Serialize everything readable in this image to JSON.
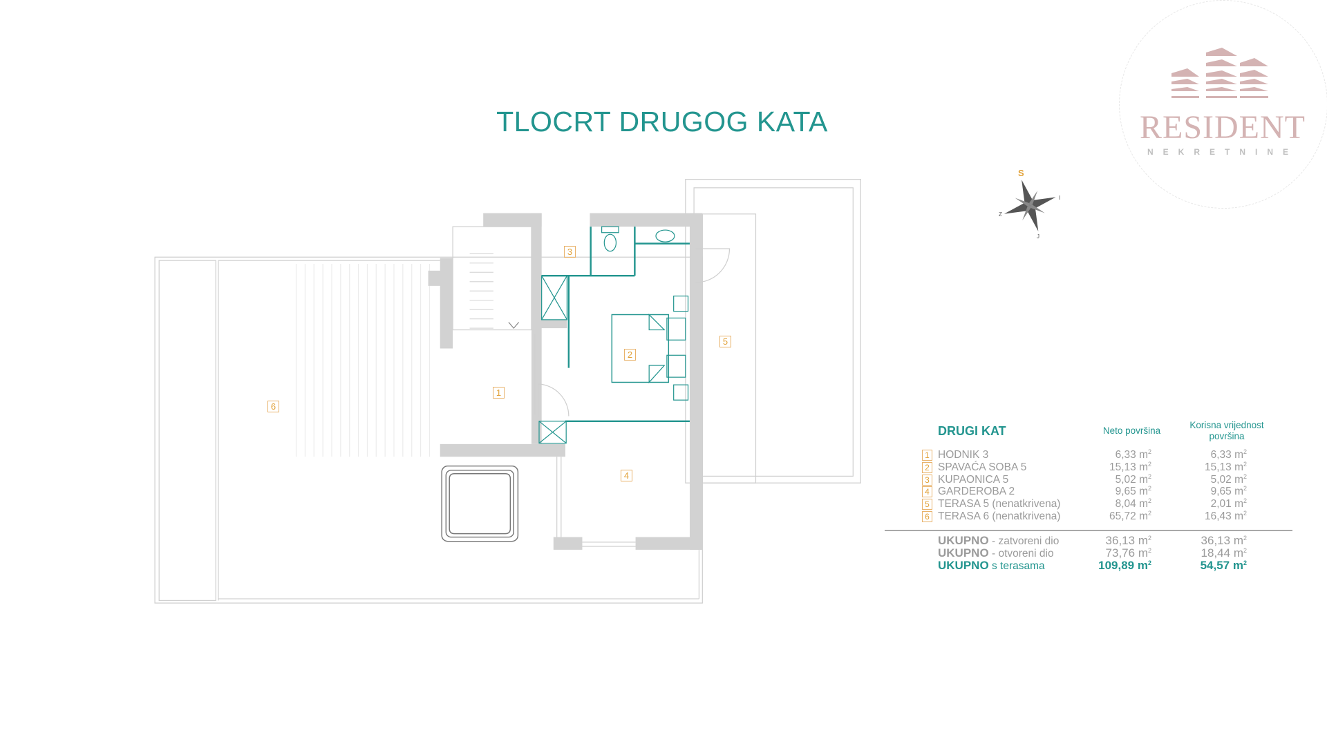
{
  "title": "TLOCRT DRUGOG KATA",
  "logo": {
    "name": "RESIDENT",
    "subtitle": "NEKRETNINE"
  },
  "compass": {
    "north_label": "S",
    "east_label": "I",
    "west_label": "Z",
    "south_label": "J"
  },
  "plan_labels": [
    "1",
    "2",
    "3",
    "4",
    "5",
    "6"
  ],
  "table": {
    "heading": "DRUGI KAT",
    "col_neto": "Neto površina",
    "col_korisna_1": "Korisna vrijednost",
    "col_korisna_2": "površina",
    "unit": "m",
    "rows": [
      {
        "idx": "1",
        "name": "HODNIK 3",
        "neto": "6,33",
        "korisna": "6,33"
      },
      {
        "idx": "2",
        "name": "SPAVAĆA SOBA 5",
        "neto": "15,13",
        "korisna": "15,13"
      },
      {
        "idx": "3",
        "name": "KUPAONICA 5",
        "neto": "5,02",
        "korisna": "5,02"
      },
      {
        "idx": "4",
        "name": "GARDEROBA 2",
        "neto": "9,65",
        "korisna": "9,65"
      },
      {
        "idx": "5",
        "name": "TERASA 5 (nenatkrivena)",
        "neto": "8,04",
        "korisna": "2,01"
      },
      {
        "idx": "6",
        "name": "TERASA 6 (nenatkrivena)",
        "neto": "65,72",
        "korisna": "16,43"
      }
    ],
    "totals": [
      {
        "label": "UKUPNO",
        "suffix": " - zatvoreni dio",
        "neto": "36,13",
        "korisna": "36,13"
      },
      {
        "label": "UKUPNO",
        "suffix": " - otvoreni dio",
        "neto": "73,76",
        "korisna": "18,44"
      },
      {
        "label": "UKUPNO",
        "suffix": " s terasama",
        "neto": "109,89",
        "korisna": "54,57"
      }
    ]
  },
  "colors": {
    "teal": "#23958f",
    "orange": "#e2a239",
    "wall": "#d2d2d2",
    "gray_text": "#9b9b9b",
    "logo_pink": "#d4b3b3"
  }
}
